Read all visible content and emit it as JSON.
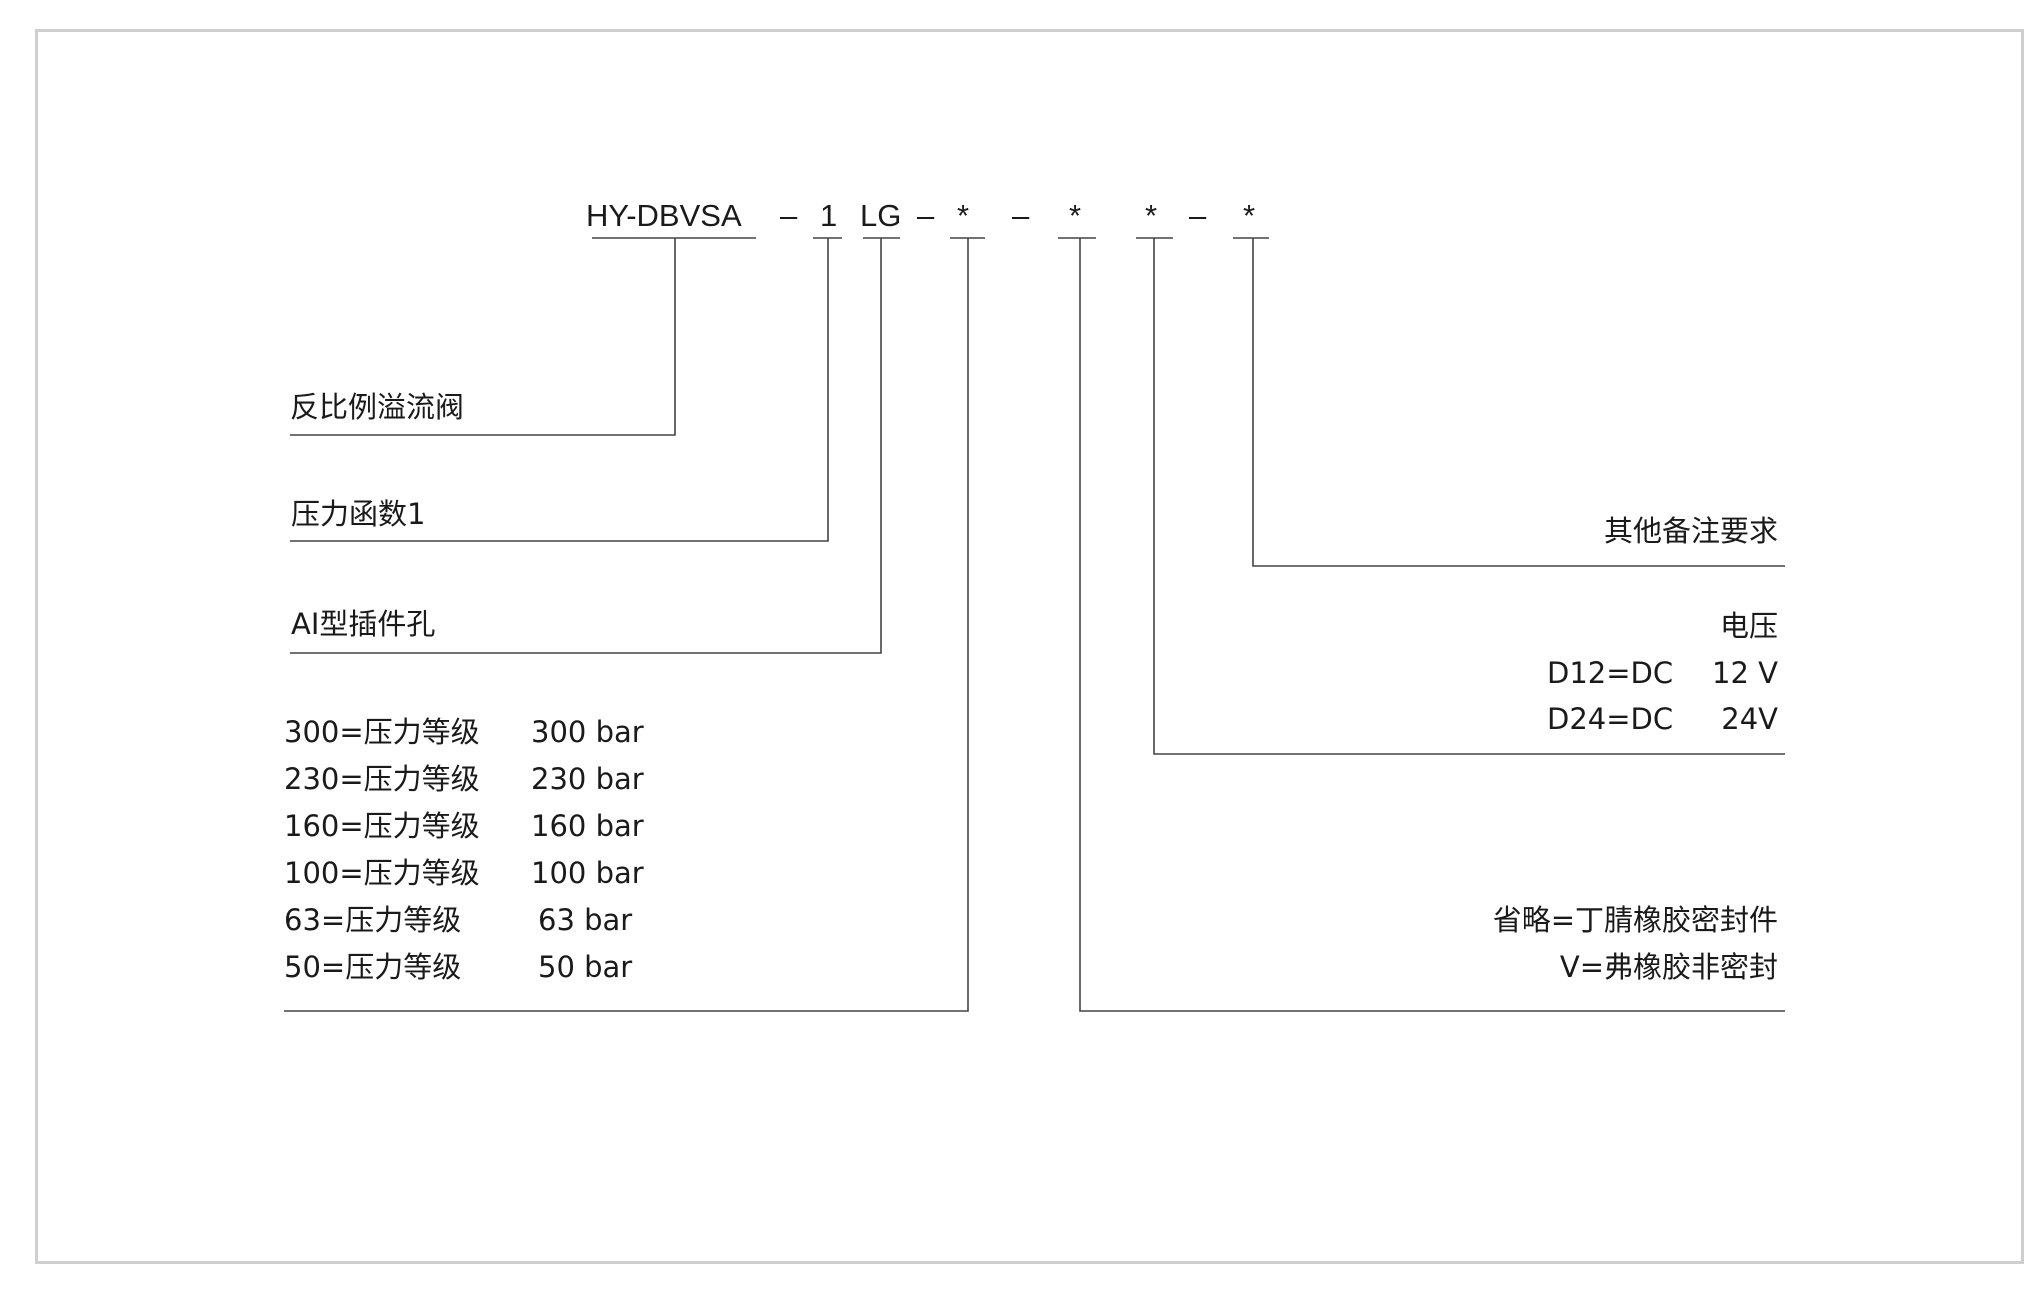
{
  "code": {
    "model": "HY-DBVSA",
    "sep1": "–",
    "pressure_function": "1",
    "plug": "LG",
    "sep2": "–",
    "pressure_class": "*",
    "sep3": "–",
    "seal": "*",
    "voltage": "*",
    "sep4": "–",
    "other": "*"
  },
  "left": {
    "valve_type": "反比例溢流阀",
    "pressure_function": "压力函数1",
    "plug_hole": "AI型插件孔",
    "pressure_levels": [
      {
        "code": "300=压力等级",
        "value": "300 bar"
      },
      {
        "code": "230=压力等级",
        "value": "230 bar"
      },
      {
        "code": "160=压力等级",
        "value": "160 bar"
      },
      {
        "code": "100=压力等级",
        "value": "100 bar"
      },
      {
        "code": "63=压力等级",
        "value": "63 bar"
      },
      {
        "code": "50=压力等级",
        "value": "50 bar"
      }
    ]
  },
  "right": {
    "other": "其他备注要求",
    "voltage_title": "电压",
    "voltage_options": [
      {
        "code": "D12=DC",
        "value": "12 V"
      },
      {
        "code": "D24=DC",
        "value": "24V"
      }
    ],
    "seal_options": [
      "省略=丁腈橡胶密封件",
      "V=弗橡胶非密封"
    ]
  },
  "colors": {
    "frame": "#cfcfcf",
    "line": "#444444",
    "text": "#1a1a1a"
  }
}
